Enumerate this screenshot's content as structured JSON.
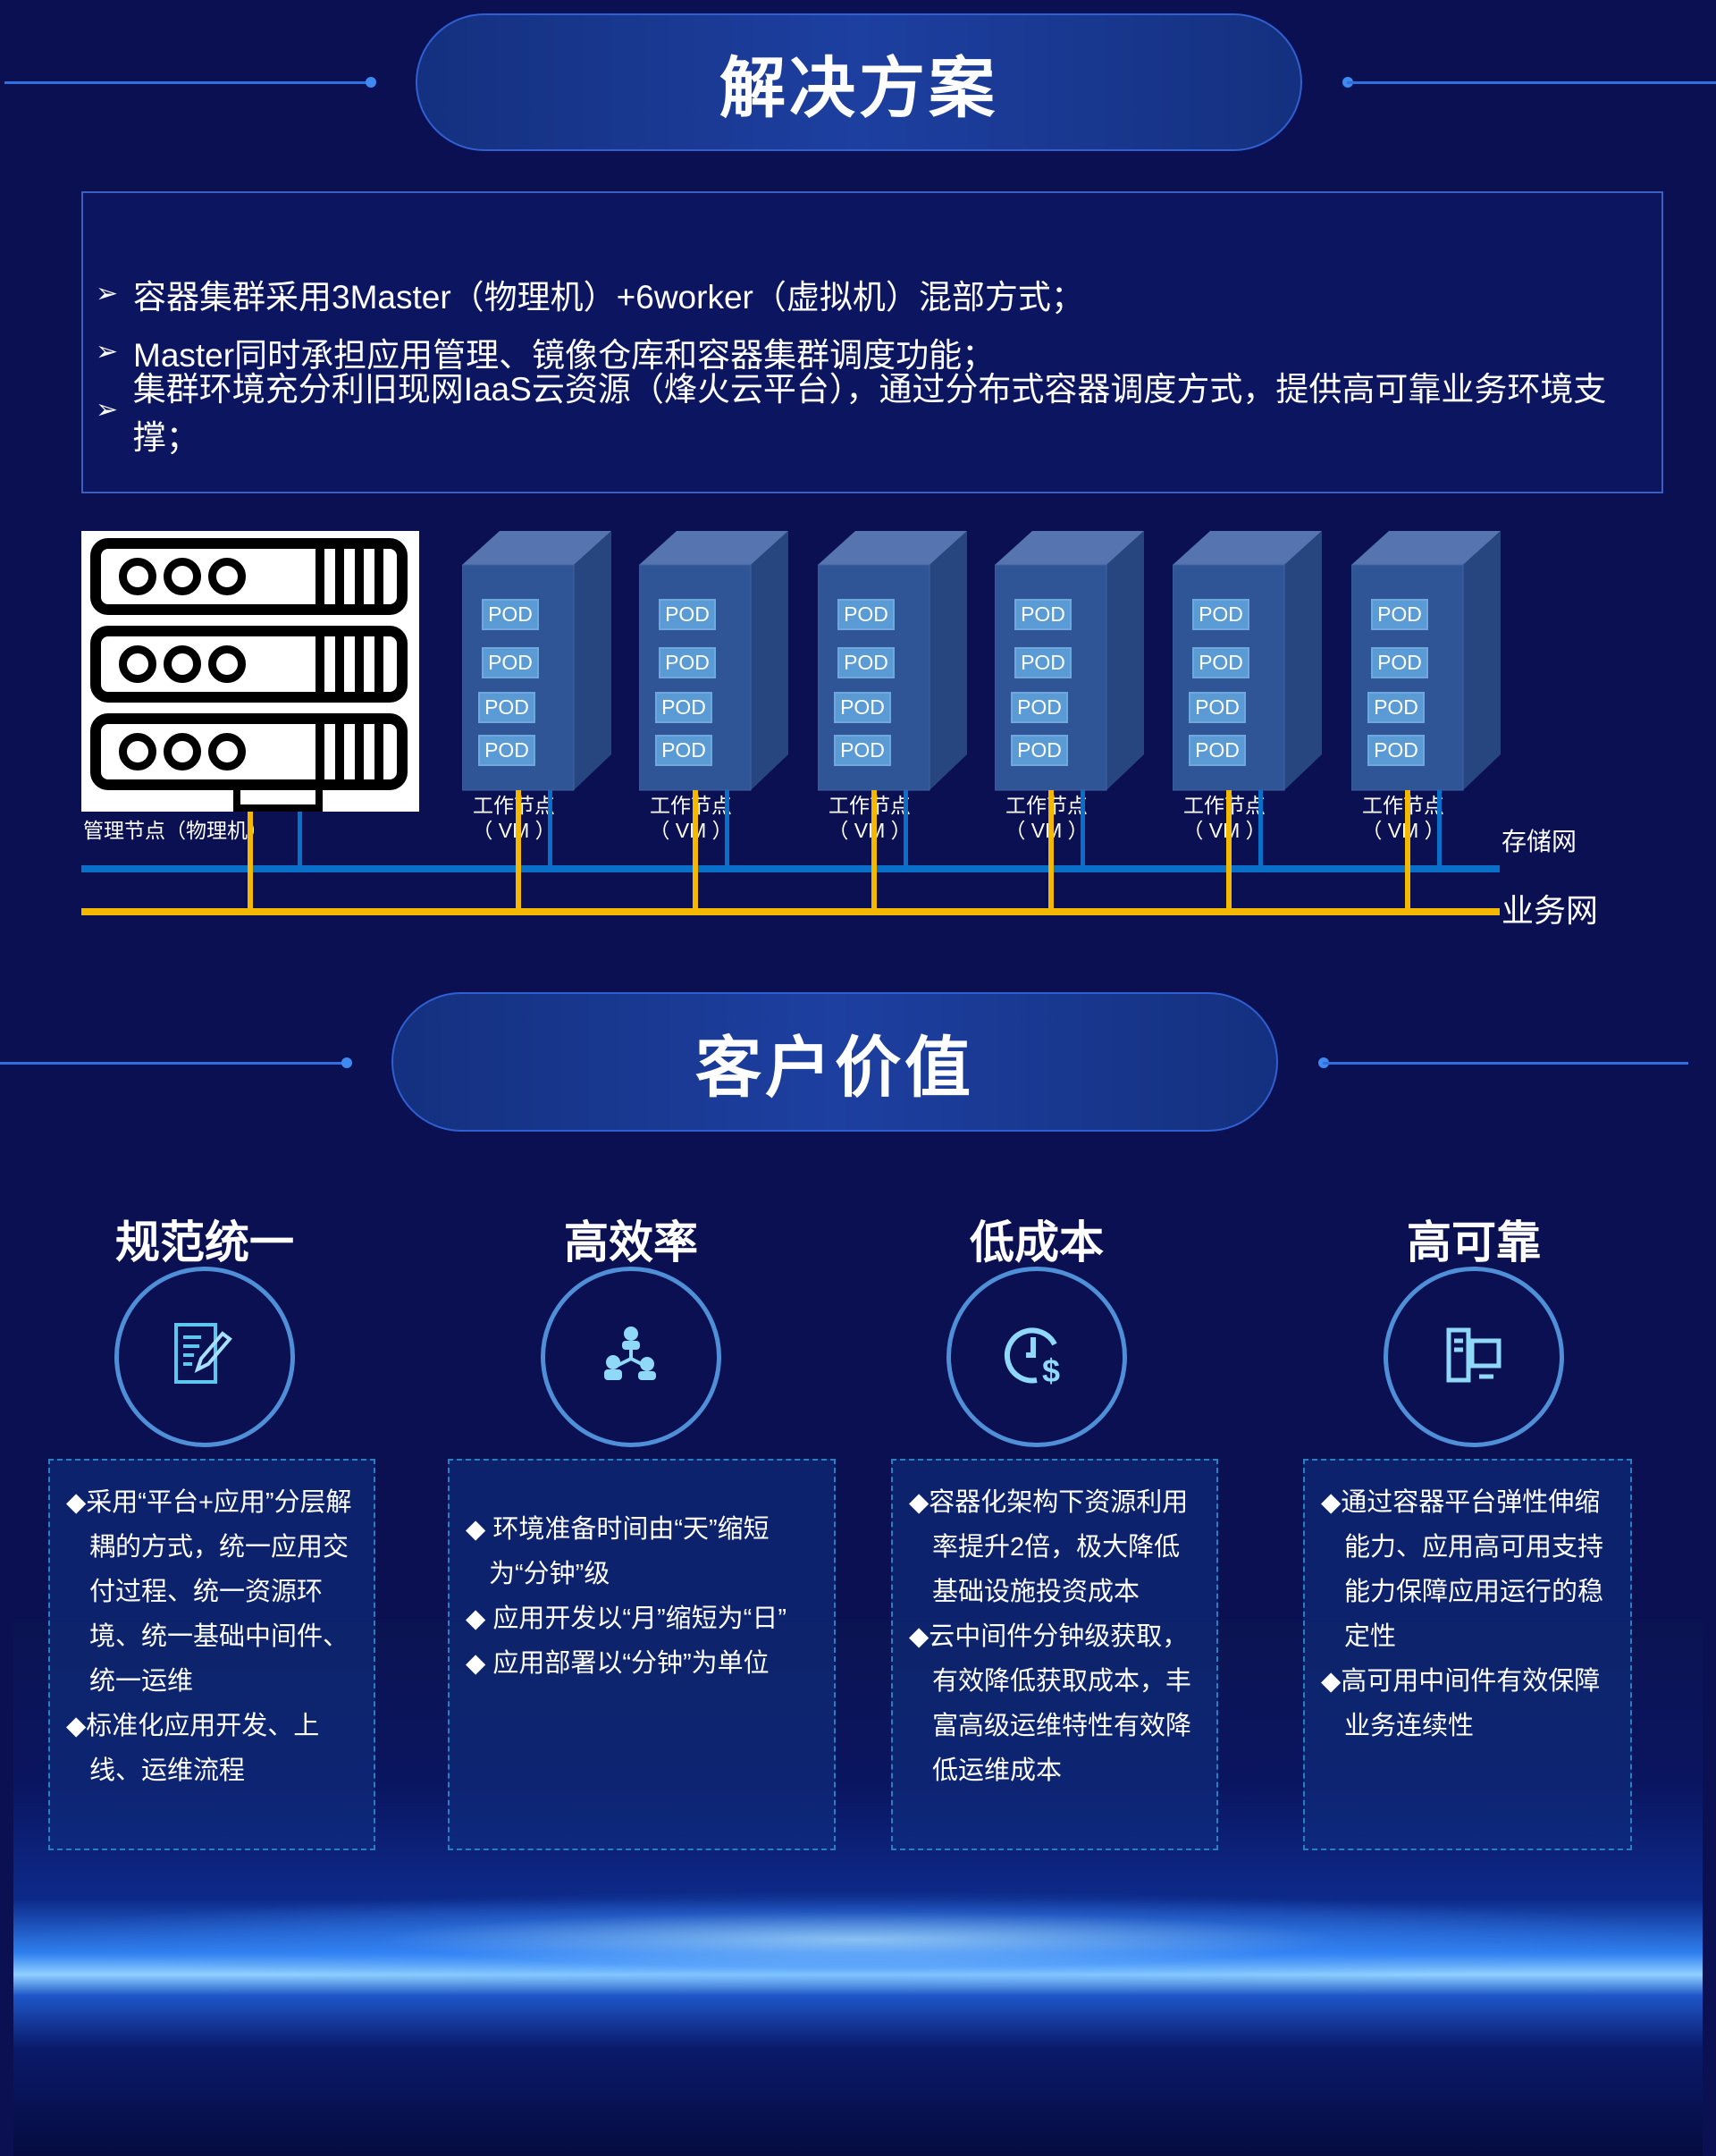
{
  "solution": {
    "title": "解决方案",
    "bullets": [
      "容器集群采用3Master（物理机）+6worker（虚拟机）混部方式；",
      "Master同时承担应用管理、镜像仓库和容器集群调度功能；",
      "集群环境充分利旧现网IaaS云资源（烽火云平台），通过分布式容器调度方式，提供高可靠业务环境支撑；"
    ],
    "bullet_marker": "➢"
  },
  "diagram": {
    "management_node": "管理节点（物理机）",
    "worker_label": "工作节点",
    "worker_sub": "（ VM ）",
    "pod_label": "POD",
    "worker_count": 6,
    "pods_per_worker": 4,
    "storage_net": "存储网",
    "business_net": "业务网",
    "colors": {
      "storage": "#0a6fc8",
      "business": "#f5b800",
      "pod": "#5b9bd5",
      "vm_front": "#2f5597"
    }
  },
  "value": {
    "title": "客户价值",
    "items": [
      {
        "title": "规范统一",
        "icon": "edit-document-icon",
        "points": [
          "◆采用“平台+应用”分层解耦的方式，统一应用交付过程、统一资源环境、统一基础中间件、统一运维",
          "◆标准化应用开发、上线、运维流程"
        ]
      },
      {
        "title": "高效率",
        "icon": "network-people-icon",
        "points": [
          "◆ 环境准备时间由“天”缩短为“分钟”级",
          "◆ 应用开发以“月”缩短为“日”",
          "◆ 应用部署以“分钟”为单位"
        ]
      },
      {
        "title": "低成本",
        "icon": "clock-dollar-icon",
        "points": [
          "◆容器化架构下资源利用率提升2倍，极大降低基础设施投资成本",
          "◆云中间件分钟级获取，有效降低获取成本，丰富高级运维特性有效降低运维成本"
        ]
      },
      {
        "title": "高可靠",
        "icon": "server-monitor-icon",
        "points": [
          "◆通过容器平台弹性伸缩能力、应用高可用支持能力保障应用运行的稳定性",
          "◆高可用中间件有效保障业务连续性"
        ]
      }
    ]
  }
}
